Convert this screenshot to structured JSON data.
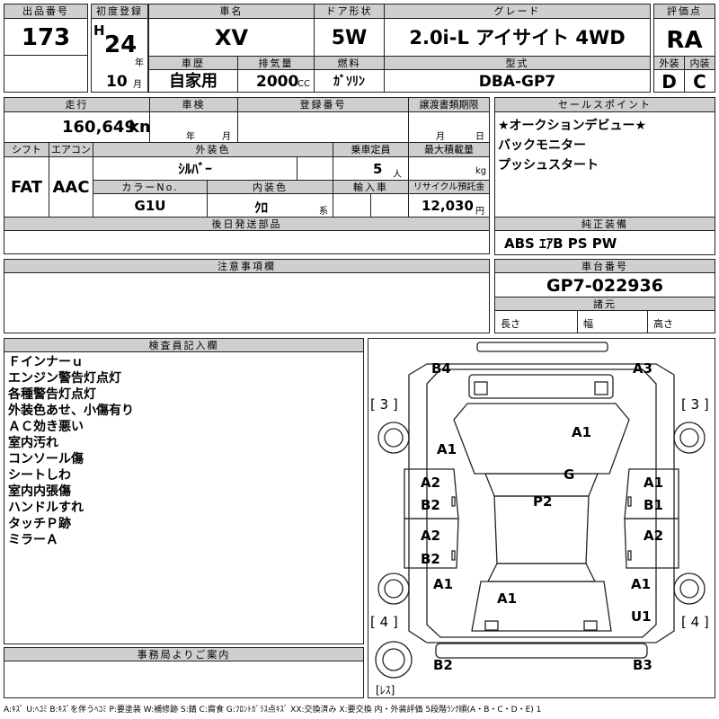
{
  "header": {
    "lot_label": "出品番号",
    "lot_no": "173",
    "first_reg_label": "初度登録",
    "era": "H",
    "year": "24",
    "year_unit": "年",
    "month": "10",
    "month_unit": "月",
    "car_name_label": "車名",
    "car_name": "XV",
    "door_label": "ドア形状",
    "door": "5W",
    "grade_label": "グレード",
    "grade": "2.0i-L アイサイト 4WD",
    "score_label": "評価点",
    "score": "RA",
    "history_label": "車歴",
    "history": "自家用",
    "displacement_label": "排気量",
    "displacement": "2000",
    "displacement_unit": "CC",
    "fuel_label": "燃料",
    "fuel": "ｶﾞｿﾘﾝ",
    "model_label": "型式",
    "model": "DBA-GP7",
    "ext_label": "外装",
    "ext_grade": "D",
    "int_label": "内装",
    "int_grade": "C"
  },
  "row2": {
    "mileage_label": "走行",
    "mileage": "160,649",
    "mileage_unit": "km",
    "inspection_label": "車検",
    "inspection_year_unit": "年",
    "inspection_month_unit": "月",
    "plate_label": "登録番号",
    "transfer_label": "譲渡書類期限",
    "transfer_month_unit": "月",
    "transfer_day_unit": "日",
    "shift_label": "シフト",
    "shift": "FAT",
    "ac_label": "エアコン",
    "ac": "AAC",
    "ext_color_label": "外装色",
    "ext_color": "ｼﾙﾊﾞｰ",
    "capacity_label": "乗車定員",
    "capacity": "5",
    "capacity_unit": "人",
    "max_load_label": "最大積載量",
    "max_load_unit": "kg",
    "color_no_label": "カラーNo.",
    "color_no": "G1U",
    "int_color_label": "内装色",
    "int_color": "ｸﾛ",
    "int_color_unit": "系",
    "import_label": "輸入車",
    "recycle_label": "リサイクル預託金",
    "recycle": "12,030",
    "recycle_unit": "円"
  },
  "sales_points": {
    "label": "セールスポイント",
    "items": [
      "★オークションデビュー★",
      "バックモニター",
      "プッシュスタート"
    ]
  },
  "later_parts_label": "後日発送部品",
  "genuine": {
    "label": "純正装備",
    "value": "ABS ｴｱB PS PW"
  },
  "notes_label": "注意事項欄",
  "chassis": {
    "label": "車台番号",
    "value": "GP7-022936",
    "spec_label": "諸元",
    "length_label": "長さ",
    "width_label": "幅",
    "height_label": "高さ"
  },
  "inspector": {
    "label": "検査員記入欄",
    "lines": [
      "Ｆインナーｕ",
      "エンジン警告灯点灯",
      "各種警告灯点灯",
      "外装色あせ、小傷有り",
      "ＡＣ効き悪い",
      "室内汚れ",
      "コンソール傷",
      "シートしわ",
      "室内内張傷",
      "ハンドルすれ",
      "タッチＰ跡",
      "ミラーＡ"
    ]
  },
  "office_label": "事務局よりご案内",
  "diagram": {
    "marks": {
      "b4": "B4",
      "a3_top": "A3",
      "br3_left": "[ 3 ]",
      "br3_right": "[ 3 ]",
      "a1_hood": "A1",
      "a1_front_left": "A1",
      "g": "G",
      "a2_ld": "A2",
      "b2_ld": "B2",
      "a1_rd": "A1",
      "b1_rd": "B1",
      "p2": "P2",
      "a2_lr": "A2",
      "b2_lr": "B2",
      "a2_rr": "A2",
      "a1_rear_left": "A1",
      "a1_rear_right": "A1",
      "a1_trunk": "A1",
      "br4_left": "[ 4 ]",
      "br4_right": "[ 4 ]",
      "u1": "U1",
      "b2_bottom": "B2",
      "b3_bottom": "B3",
      "res": "[ﾚｽ]"
    }
  },
  "legend": "A:ｷｽﾞ U:ﾍｺﾐ B:ｷｽﾞを伴うﾍｺﾐ P:要塗装 W:補修跡 S:錆 C:腐食 G:ﾌﾛﾝﾄｶﾞﾗｽ点ｷｽﾞ XX:交換済み X:要交換  内・外装評価 5段階ﾗﾝｸ順(A・B・C・D・E) 1"
}
